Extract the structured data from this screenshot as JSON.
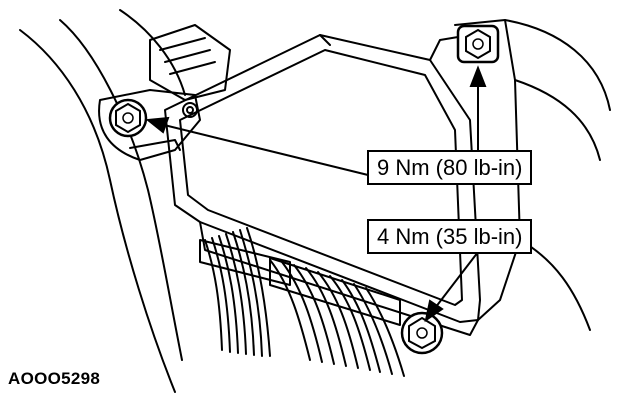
{
  "callouts": {
    "upper_torque": "9 Nm (80 lb-in)",
    "lower_torque": "4 Nm (35 lb-in)"
  },
  "figure_id": "AOOO5298",
  "colors": {
    "line": "#000000",
    "background": "#ffffff"
  },
  "icons": [
    "bolt-icon"
  ]
}
